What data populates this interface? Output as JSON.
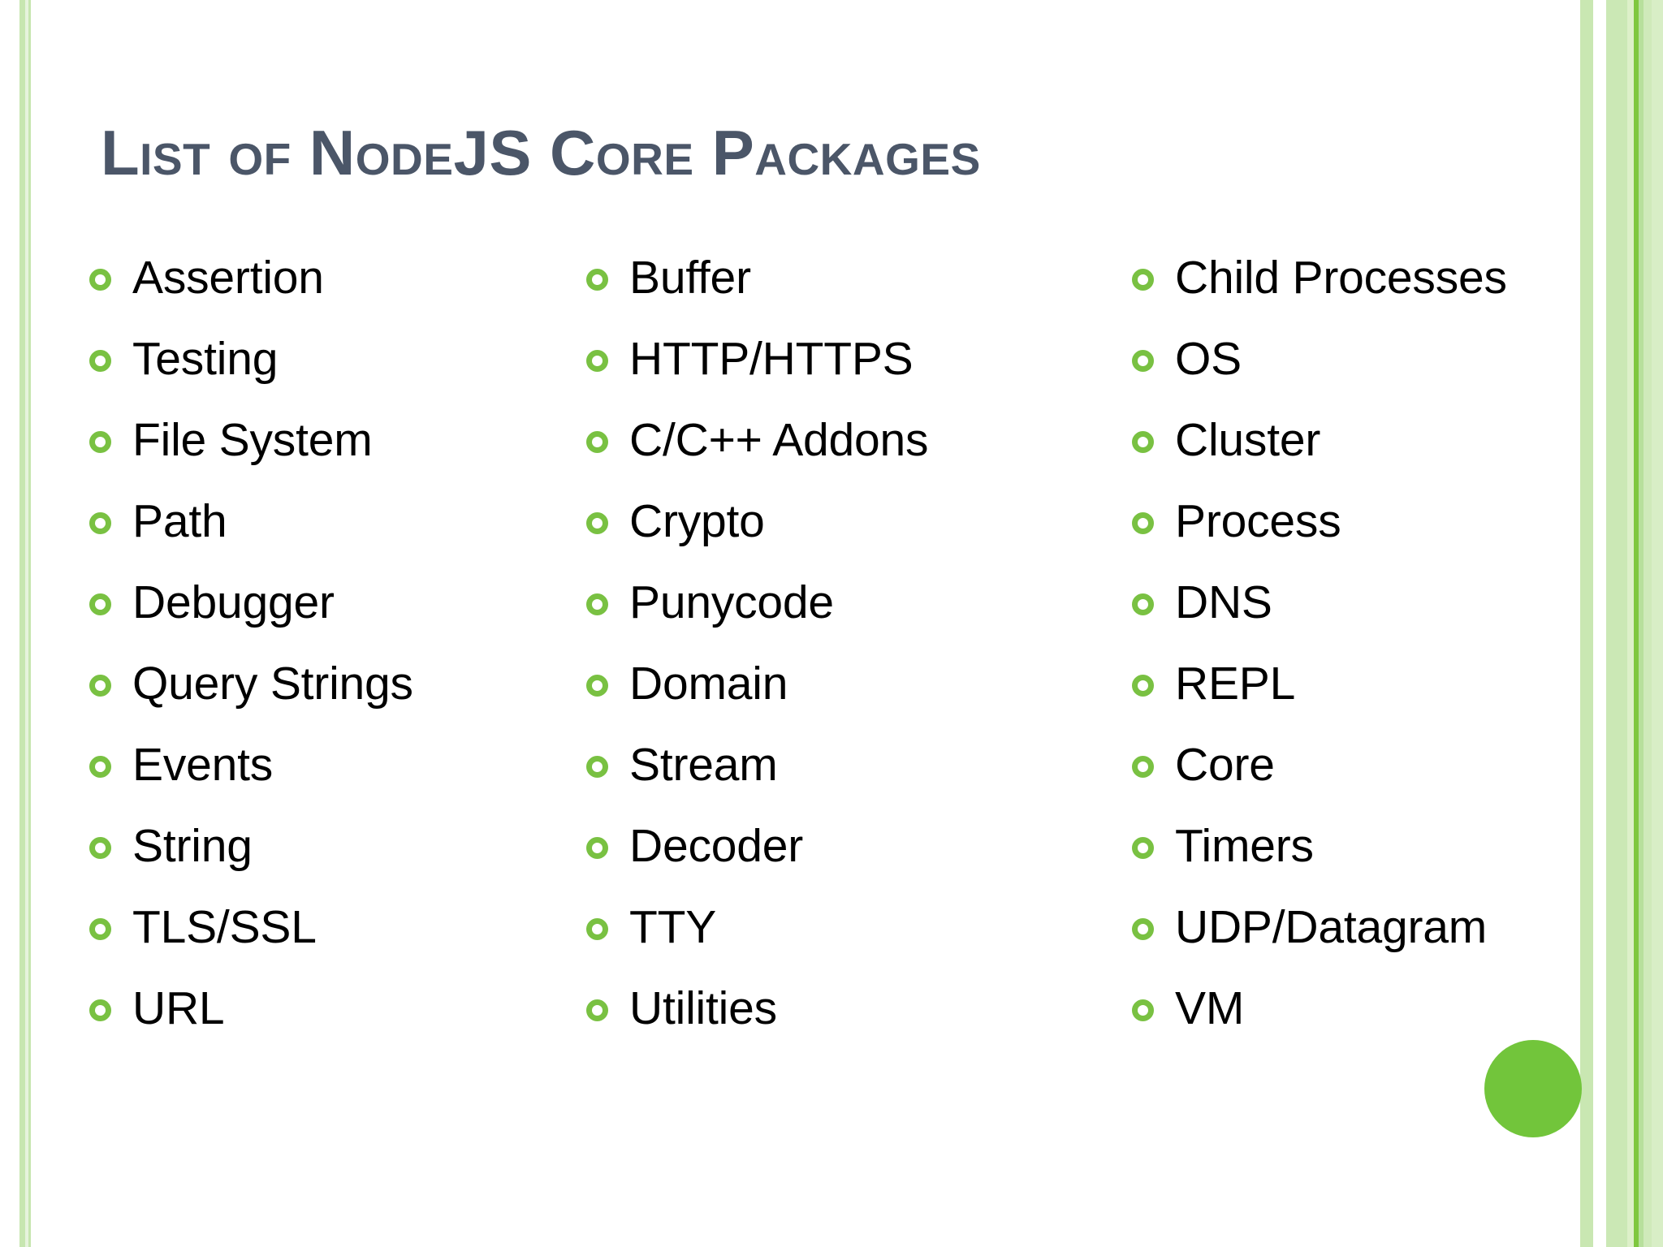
{
  "slide": {
    "title": "List of NodeJS Core Packages",
    "background_color": "#ffffff",
    "title_color": "#4b5668",
    "accent_color": "#72c53b",
    "bullet_color": "#79c142",
    "border_color_light": "#c9e7b2"
  },
  "columns": [
    {
      "name": "column-1",
      "items": [
        {
          "label": "Assertion"
        },
        {
          "label": "Testing"
        },
        {
          "label": "File System"
        },
        {
          "label": "Path"
        },
        {
          "label": "Debugger"
        },
        {
          "label": "Query Strings"
        },
        {
          "label": "Events"
        },
        {
          "label": "String"
        },
        {
          "label": "TLS/SSL"
        },
        {
          "label": "URL"
        }
      ]
    },
    {
      "name": "column-2",
      "items": [
        {
          "label": "Buffer"
        },
        {
          "label": "HTTP/HTTPS"
        },
        {
          "label": "C/C++ Addons"
        },
        {
          "label": "Crypto"
        },
        {
          "label": "Punycode"
        },
        {
          "label": "Domain"
        },
        {
          "label": "Stream"
        },
        {
          "label": "Decoder"
        },
        {
          "label": "TTY"
        },
        {
          "label": "Utilities"
        }
      ]
    },
    {
      "name": "column-3",
      "items": [
        {
          "label": "Child Processes"
        },
        {
          "label": "OS"
        },
        {
          "label": "Cluster"
        },
        {
          "label": "Process"
        },
        {
          "label": "DNS"
        },
        {
          "label": "REPL"
        },
        {
          "label": "Core"
        },
        {
          "label": "Timers"
        },
        {
          "label": "UDP/Datagram"
        },
        {
          "label": "VM"
        }
      ]
    }
  ]
}
